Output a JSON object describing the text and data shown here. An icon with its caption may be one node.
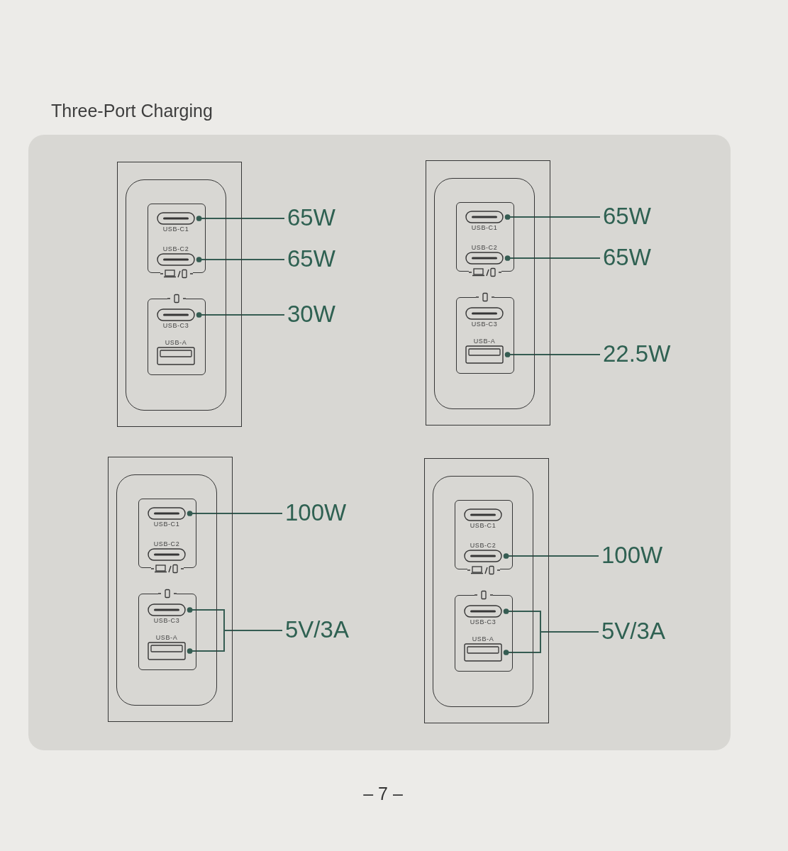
{
  "diagram": {
    "title": "Three-Port Charging",
    "nodes": [
      {
        "text": [],
        "shape": "box"
      },
      {
        "text": [],
        "shape": "box",
        "in": 0
      },
      {
        "text": [
          "USB-C1"
        ],
        "in": 1
      },
      {
        "text": [
          "USB-C2"
        ],
        "in": 1
      },
      {
        "text": [],
        "shape": "box",
        "in": 0
      },
      {
        "text": [
          "USB-C3"
        ],
        "in": 4
      },
      {
        "text": [
          "USB-A"
        ],
        "in": 4
      },
      {
        "text": [
          "65W"
        ]
      },
      {
        "text": [
          "65W"
        ]
      },
      {
        "text": [
          "30W"
        ]
      },
      {
        "text": [],
        "shape": "box"
      },
      {
        "text": [],
        "shape": "box",
        "in": 10
      },
      {
        "text": [
          "USB-C1"
        ],
        "in": 11
      },
      {
        "text": [
          "USB-C2"
        ],
        "in": 11
      },
      {
        "text": [],
        "shape": "box",
        "in": 10
      },
      {
        "text": [
          "USB-C3"
        ],
        "in": 14
      },
      {
        "text": [
          "USB-A"
        ],
        "in": 14
      },
      {
        "text": [
          "65W"
        ]
      },
      {
        "text": [
          "65W"
        ]
      },
      {
        "text": [
          "22.5W"
        ]
      },
      {
        "text": [],
        "shape": "box"
      },
      {
        "text": [],
        "shape": "box",
        "in": 20
      },
      {
        "text": [
          "USB-C1"
        ],
        "in": 21
      },
      {
        "text": [
          "USB-C2"
        ],
        "in": 21
      },
      {
        "text": [],
        "shape": "box",
        "in": 20
      },
      {
        "text": [
          "USB-C3"
        ],
        "in": 24
      },
      {
        "text": [
          "USB-A"
        ],
        "in": 24
      },
      {
        "text": [
          "100W"
        ]
      },
      {
        "text": [
          "5V/3A"
        ]
      },
      {
        "text": [],
        "shape": "box"
      },
      {
        "text": [],
        "shape": "box",
        "in": 29
      },
      {
        "text": [
          "USB-C1"
        ],
        "in": 30
      },
      {
        "text": [
          "USB-C2"
        ],
        "in": 30
      },
      {
        "text": [],
        "shape": "box",
        "in": 29
      },
      {
        "text": [
          "USB-C3"
        ],
        "in": 33
      },
      {
        "text": [
          "USB-A"
        ],
        "in": 33
      },
      {
        "text": [
          "100W"
        ]
      },
      {
        "text": [
          "5V/3A"
        ]
      }
    ],
    "edges": [
      {
        "from": 2,
        "to": 7,
        "arrow": "other"
      },
      {
        "from": 3,
        "to": 8,
        "arrow": "other"
      },
      {
        "from": 5,
        "to": 9,
        "arrow": "other"
      },
      {
        "from": 12,
        "to": 17,
        "arrow": "other"
      },
      {
        "from": 13,
        "to": 18,
        "arrow": "other"
      },
      {
        "from": 16,
        "to": 19,
        "arrow": "other"
      },
      {
        "from": 22,
        "to": 27,
        "arrow": "other"
      },
      {
        "from": 25,
        "to": 28,
        "arrow": "other"
      },
      {
        "from": 26,
        "to": 28,
        "arrow": "other"
      },
      {
        "from": 32,
        "to": 36,
        "arrow": "other"
      },
      {
        "from": 34,
        "to": 37,
        "arrow": "other"
      },
      {
        "from": 35,
        "to": 37,
        "arrow": "other"
      }
    ],
    "labels": [
      "– 7 –"
    ]
  }
}
